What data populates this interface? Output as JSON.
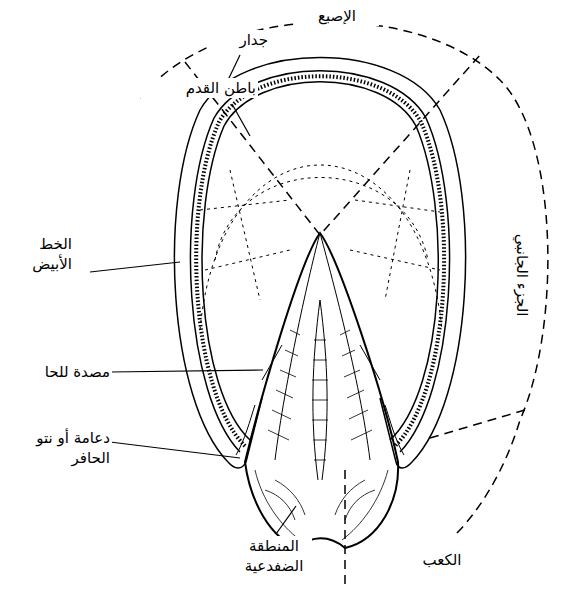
{
  "diagram": {
    "labels": [
      "الإصبع",
      "جدار",
      "باطن القدم",
      "الخط الأبيض",
      "مصدة للحا",
      "دعامة أو نتو الحافر",
      "المنطقة الضفدعية",
      "الكعب",
      "الجزء الجانبي"
    ]
  }
}
